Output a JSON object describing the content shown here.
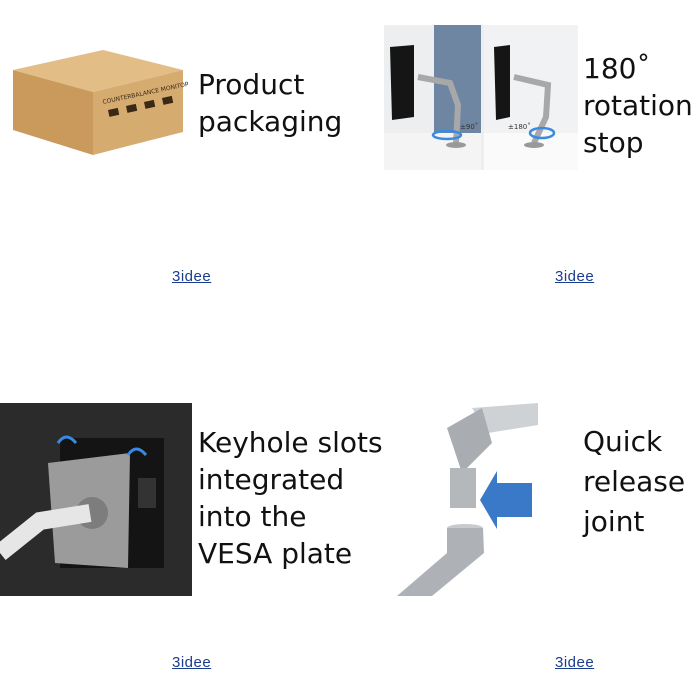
{
  "panels": [
    {
      "caption_lines": [
        "Product",
        "packaging"
      ],
      "box_label": "COUNTERBALANCE MONITOR ARM",
      "logo": "3idee"
    },
    {
      "caption_lines": [
        "180˚",
        "rotation",
        "stop"
      ],
      "left_angle": "±90˚",
      "right_angle": "±180˚",
      "logo": "3idee"
    },
    {
      "caption_lines": [
        "Keyhole slots",
        "integrated",
        "into the",
        "VESA plate"
      ],
      "logo": "3idee"
    },
    {
      "caption_lines": [
        "Quick",
        "release",
        "joint"
      ],
      "logo": "3idee"
    }
  ],
  "colors": {
    "box": "#d2a86b",
    "arrow": "#3a78c8",
    "dark_bg": "#2b2b2b"
  }
}
